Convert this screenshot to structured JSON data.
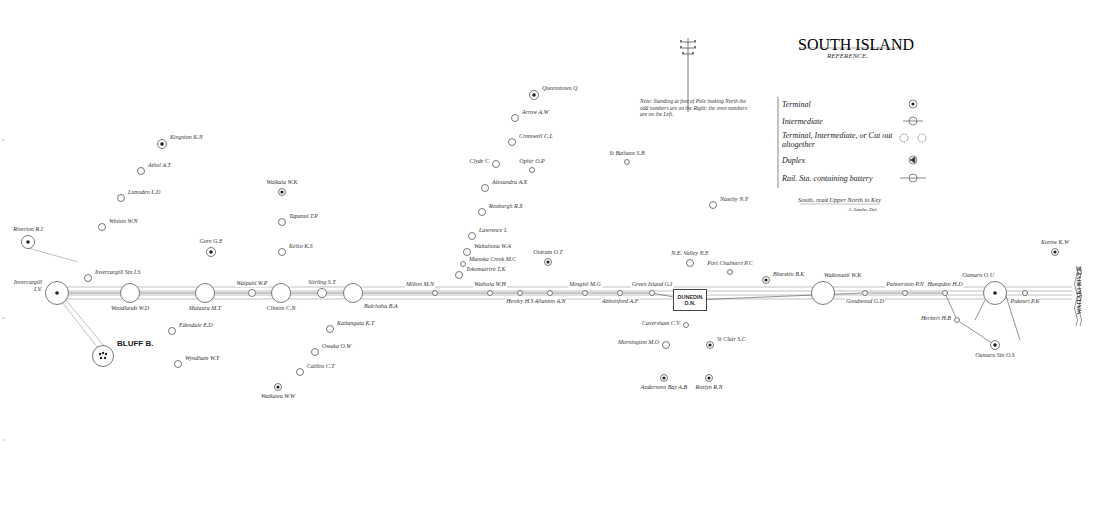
{
  "diagram": {
    "title": "SOUTH ISLAND",
    "nodes": [
      {
        "text": [
          "Riverton R.I"
        ]
      },
      {
        "text": [
          "Invercargill I.V."
        ]
      },
      {
        "text": [
          "Invercargill Stn I.S"
        ]
      },
      {
        "text": [
          "BLUFF B."
        ]
      },
      {
        "text": [
          "Kingston K.N"
        ]
      },
      {
        "text": [
          "Athol A.T"
        ]
      },
      {
        "text": [
          "Lumsden L.D"
        ]
      },
      {
        "text": [
          "Winton W.N"
        ]
      },
      {
        "text": [
          "Woodlands W.D"
        ]
      },
      {
        "text": [
          "Edendale E.D"
        ]
      },
      {
        "text": [
          "Wyndham W.Y"
        ]
      },
      {
        "text": [
          "Mataura M.T"
        ]
      },
      {
        "text": [
          "Gore G.E"
        ]
      },
      {
        "text": [
          "Waipahi W.P"
        ]
      },
      {
        "text": [
          "Clinton C.N"
        ]
      },
      {
        "text": [
          "Kelso K.S"
        ]
      },
      {
        "text": [
          "Tapanui T.P"
        ]
      },
      {
        "text": [
          "Waikaia W.K"
        ]
      },
      {
        "text": [
          "Stirling S.T"
        ]
      },
      {
        "text": [
          "Balclutha B.A"
        ]
      },
      {
        "text": [
          "Kaitangata K.T"
        ]
      },
      {
        "text": [
          "Owaka O.W"
        ]
      },
      {
        "text": [
          "Catlins C.T"
        ]
      },
      {
        "text": [
          "Waikawa W.W"
        ]
      },
      {
        "text": [
          "Milton M.N"
        ]
      },
      {
        "text": [
          "Tokomairiro T.K"
        ]
      },
      {
        "text": [
          "Manuka Creek M.C"
        ]
      },
      {
        "text": [
          "Waitahuna W.A"
        ]
      },
      {
        "text": [
          "Lawrence L"
        ]
      },
      {
        "text": [
          "Roxburgh R.X"
        ]
      },
      {
        "text": [
          "Alexandra A.X"
        ]
      },
      {
        "text": [
          "Clyde C"
        ]
      },
      {
        "text": [
          "Cromwell C.L"
        ]
      },
      {
        "text": [
          "Arrow A.W"
        ]
      },
      {
        "text": [
          "Queenstown Q"
        ]
      },
      {
        "text": [
          "Ophir O.P"
        ]
      },
      {
        "text": [
          "St Bathans S.B"
        ]
      },
      {
        "text": [
          "Naseby N.Y"
        ]
      },
      {
        "text": [
          "Waihola W.H"
        ]
      },
      {
        "text": [
          "Henley H.Y"
        ]
      },
      {
        "text": [
          "Outram O.T"
        ]
      },
      {
        "text": [
          "Allanton A.N"
        ]
      },
      {
        "text": [
          "Mosgiel M.G"
        ]
      },
      {
        "text": [
          "Abbotsford A.F"
        ]
      },
      {
        "text": [
          "Green Island G.I"
        ]
      },
      {
        "text": [
          "DUNEDIN D.N."
        ]
      },
      {
        "text": [
          "N.E. Valley N.E"
        ]
      },
      {
        "text": [
          "Port Chalmers P.C"
        ]
      },
      {
        "text": [
          "Blueskin B.K"
        ]
      },
      {
        "text": [
          "Caversham C.V"
        ]
      },
      {
        "text": [
          "Mornington M.O"
        ]
      },
      {
        "text": [
          "St Clair S.C"
        ]
      },
      {
        "text": [
          "Andersons Bay A.B"
        ]
      },
      {
        "text": [
          "Roslyn R.N"
        ]
      },
      {
        "text": [
          "Waikouaiti W.K"
        ]
      },
      {
        "text": [
          "Goodwood G.D"
        ]
      },
      {
        "text": [
          "Palmerston P.N"
        ]
      },
      {
        "text": [
          "Hampden H.D"
        ]
      },
      {
        "text": [
          "Herbert H.B"
        ]
      },
      {
        "text": [
          "Oamaru O.U"
        ]
      },
      {
        "text": [
          "Oamaru Stn O.S"
        ]
      },
      {
        "text": [
          "Kurow K.W"
        ]
      },
      {
        "text": [
          "Pukeuri P.K"
        ]
      }
    ],
    "edges": [
      {
        "from": 1,
        "to": 8,
        "arrow": "none"
      },
      {
        "from": 8,
        "to": 11,
        "arrow": "none"
      },
      {
        "from": 11,
        "to": 13,
        "arrow": "none"
      },
      {
        "from": 13,
        "to": 14,
        "arrow": "none"
      },
      {
        "from": 14,
        "to": 18,
        "arrow": "none"
      },
      {
        "from": 18,
        "to": 19,
        "arrow": "none"
      },
      {
        "from": 19,
        "to": 24,
        "arrow": "none"
      },
      {
        "from": 24,
        "to": 38,
        "arrow": "none"
      },
      {
        "from": 38,
        "to": 39,
        "arrow": "none"
      },
      {
        "from": 39,
        "to": 41,
        "arrow": "none"
      },
      {
        "from": 41,
        "to": 42,
        "arrow": "none"
      },
      {
        "from": 42,
        "to": 43,
        "arrow": "none"
      },
      {
        "from": 43,
        "to": 44,
        "arrow": "none"
      },
      {
        "from": 44,
        "to": 45,
        "arrow": "none"
      },
      {
        "from": 45,
        "to": 55,
        "arrow": "none"
      },
      {
        "from": 55,
        "to": 56,
        "arrow": "none"
      },
      {
        "from": 56,
        "to": 57,
        "arrow": "none"
      },
      {
        "from": 57,
        "to": 58,
        "arrow": "none"
      },
      {
        "from": 58,
        "to": 60,
        "arrow": "none"
      },
      {
        "from": 60,
        "to": 63,
        "arrow": "none"
      },
      {
        "from": 1,
        "to": 0,
        "arrow": "none"
      },
      {
        "from": 1,
        "to": 2,
        "arrow": "none"
      },
      {
        "from": 1,
        "to": 3,
        "arrow": "none"
      },
      {
        "from": 2,
        "to": 7,
        "arrow": "none"
      },
      {
        "from": 7,
        "to": 6,
        "arrow": "none"
      },
      {
        "from": 6,
        "to": 5,
        "arrow": "none"
      },
      {
        "from": 5,
        "to": 4,
        "arrow": "none"
      },
      {
        "from": 11,
        "to": 9,
        "arrow": "none"
      },
      {
        "from": 9,
        "to": 10,
        "arrow": "none"
      },
      {
        "from": 11,
        "to": 12,
        "arrow": "none"
      },
      {
        "from": 14,
        "to": 15,
        "arrow": "none"
      },
      {
        "from": 15,
        "to": 16,
        "arrow": "none"
      },
      {
        "from": 16,
        "to": 17,
        "arrow": "none"
      },
      {
        "from": 19,
        "to": 20,
        "arrow": "none"
      },
      {
        "from": 20,
        "to": 21,
        "arrow": "none"
      },
      {
        "from": 21,
        "to": 22,
        "arrow": "none"
      },
      {
        "from": 22,
        "to": 23,
        "arrow": "none"
      },
      {
        "from": 24,
        "to": 25,
        "arrow": "none"
      },
      {
        "from": 25,
        "to": 26,
        "arrow": "none"
      },
      {
        "from": 26,
        "to": 27,
        "arrow": "none"
      },
      {
        "from": 27,
        "to": 28,
        "arrow": "none"
      },
      {
        "from": 28,
        "to": 29,
        "arrow": "none"
      },
      {
        "from": 29,
        "to": 30,
        "arrow": "none"
      },
      {
        "from": 30,
        "to": 31,
        "arrow": "none"
      },
      {
        "from": 31,
        "to": 32,
        "arrow": "none"
      },
      {
        "from": 32,
        "to": 33,
        "arrow": "none"
      },
      {
        "from": 33,
        "to": 34,
        "arrow": "none"
      },
      {
        "from": 31,
        "to": 35,
        "arrow": "none"
      },
      {
        "from": 35,
        "to": 36,
        "arrow": "none"
      },
      {
        "from": 36,
        "to": 37,
        "arrow": "none"
      },
      {
        "from": 37,
        "to": 55,
        "arrow": "none"
      },
      {
        "from": 41,
        "to": 40,
        "arrow": "none"
      },
      {
        "from": 45,
        "to": 46,
        "arrow": "none"
      },
      {
        "from": 45,
        "to": 47,
        "arrow": "none"
      },
      {
        "from": 45,
        "to": 48,
        "arrow": "none"
      },
      {
        "from": 45,
        "to": 49,
        "arrow": "none"
      },
      {
        "from": 49,
        "to": 50,
        "arrow": "none"
      },
      {
        "from": 49,
        "to": 51,
        "arrow": "none"
      },
      {
        "from": 50,
        "to": 52,
        "arrow": "none"
      },
      {
        "from": 51,
        "to": 53,
        "arrow": "none"
      },
      {
        "from": 58,
        "to": 59,
        "arrow": "none"
      },
      {
        "from": 60,
        "to": 61,
        "arrow": "none"
      },
      {
        "from": 60,
        "to": 62,
        "arrow": "none"
      }
    ],
    "labels": [
      "REFERENCE.",
      "Note: Standing at foot of Pole looking North the odd numbers are on the Right; the even numbers are on the Left.",
      "South, read Upper North to Key",
      "A. Sander Del.",
      "WAITAKI RIVER"
    ],
    "legend": [
      {
        "text": "Terminal"
      },
      {
        "text": "Intermediate"
      },
      {
        "text": "Terminal, Intermediate, or Cut out altogether"
      },
      {
        "text": "Duplex"
      },
      {
        "text": "Rail. Sta. containing battery"
      }
    ]
  }
}
